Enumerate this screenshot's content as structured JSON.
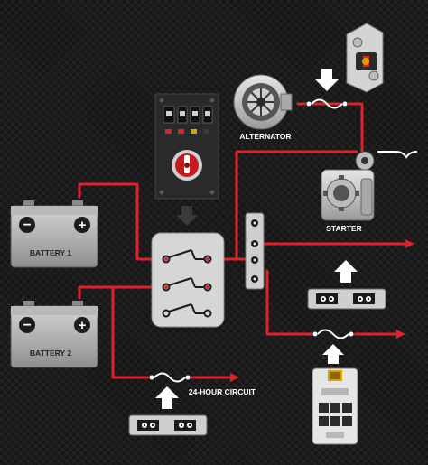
{
  "labels": {
    "battery1": "BATTERY 1",
    "battery2": "BATTERY 2",
    "alternator": "ALTERNATOR",
    "starter": "STARTER",
    "circuit24": "24-HOUR CIRCUIT"
  },
  "terminals": {
    "negative": "−",
    "positive": "+"
  },
  "colors": {
    "wire_red": "#e0202a",
    "wire_white": "#ffffff",
    "device_gray": "#c9c9c9",
    "background": "#1c1c1c"
  }
}
